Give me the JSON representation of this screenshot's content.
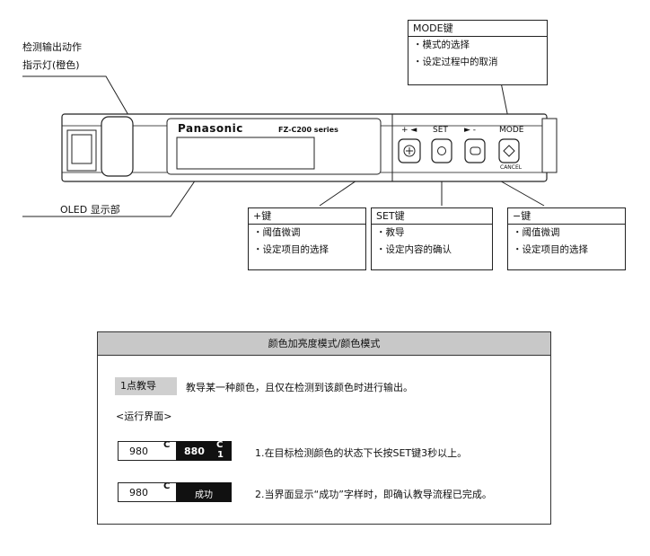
{
  "callouts": {
    "indicator": [
      "检测输出动作",
      "指示灯(橙色)"
    ],
    "oled": "OLED 显示部"
  },
  "device": {
    "brand": "Panasonic",
    "model": "FZ-C200 series",
    "key_labels": {
      "plus": "+ ◄",
      "set": "SET",
      "minus": "► -",
      "mode": "MODE",
      "cancel": "CANCEL"
    }
  },
  "boxes": {
    "mode": {
      "title": "MODE键",
      "items": [
        "・模式的选择",
        "・设定过程中的取消"
      ]
    },
    "plus": {
      "title": "+键",
      "items": [
        "・阈值微调",
        "・设定项目的选择"
      ]
    },
    "set": {
      "title": "SET键",
      "items": [
        "・教导",
        "・设定内容的确认"
      ]
    },
    "minus": {
      "title": "−键",
      "items": [
        "・阈值微调",
        "・设定项目的选择"
      ]
    }
  },
  "panel": {
    "title": "颜色加亮度模式/颜色模式",
    "teach_tag": "1点教导",
    "teach_desc": "教导某一种颜色，且仅在检测到该颜色时进行输出。",
    "screen_label": "<运行界面>",
    "step1": {
      "left_value": "980",
      "left_c": "C",
      "right_value": "880",
      "right_c": "C",
      "right_sub": "1",
      "text": "1.在目标检测颜色的状态下长按SET键3秒以上。"
    },
    "step2": {
      "left_value": "980",
      "left_c": "C",
      "right_text": "成功",
      "text": "2.当界面显示“成功”字样时，即确认教导流程已完成。"
    }
  }
}
